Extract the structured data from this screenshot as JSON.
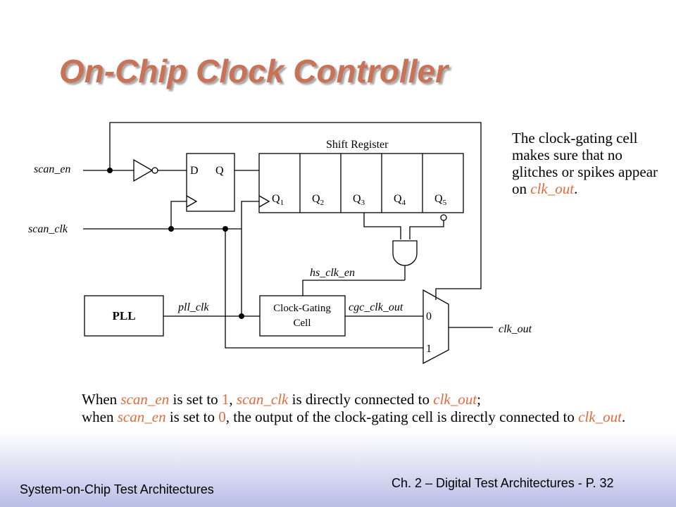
{
  "title": "On-Chip Clock Controller",
  "diagram": {
    "inputs": {
      "scan_en": "scan_en",
      "scan_clk": "scan_clk"
    },
    "dff": {
      "d": "D",
      "q": "Q"
    },
    "shift_register": {
      "label": "Shift Register",
      "cells": [
        "Q",
        "Q",
        "Q",
        "Q",
        "Q"
      ],
      "subscripts": [
        "1",
        "2",
        "3",
        "4",
        "5"
      ]
    },
    "pll": "PLL",
    "pll_clk": "pll_clk",
    "hs_clk_en": "hs_clk_en",
    "cgc": {
      "line1": "Clock-Gating",
      "line2": "Cell"
    },
    "cgc_clk_out": "cgc_clk_out",
    "mux": {
      "in0": "0",
      "in1": "1"
    },
    "clk_out": "clk_out"
  },
  "side_note": {
    "text": "The clock-gating cell makes sure that no glitches or spikes appear on ",
    "signal": "clk_out",
    "end": "."
  },
  "bottom": {
    "p1": "When ",
    "scan_en_1": "scan_en",
    "p2": " is set to ",
    "one": "1",
    "p3": ", ",
    "scan_clk": "scan_clk",
    "p4": " is directly connected to ",
    "clk_out_1": "clk_out",
    "p5": ";",
    "p6": "when ",
    "scan_en_2": "scan_en",
    "p7": " is set to ",
    "zero": "0",
    "p8": ", the output of the clock-gating cell is directly connected to ",
    "clk_out_2": "clk_out",
    "p9": "."
  },
  "footer": {
    "left": "System-on-Chip Test Architectures",
    "right": "Ch. 2 – Digital Test Architectures - P. ",
    "page": "32"
  },
  "colors": {
    "title": "#c97256",
    "highlight": "#e06c3a"
  }
}
